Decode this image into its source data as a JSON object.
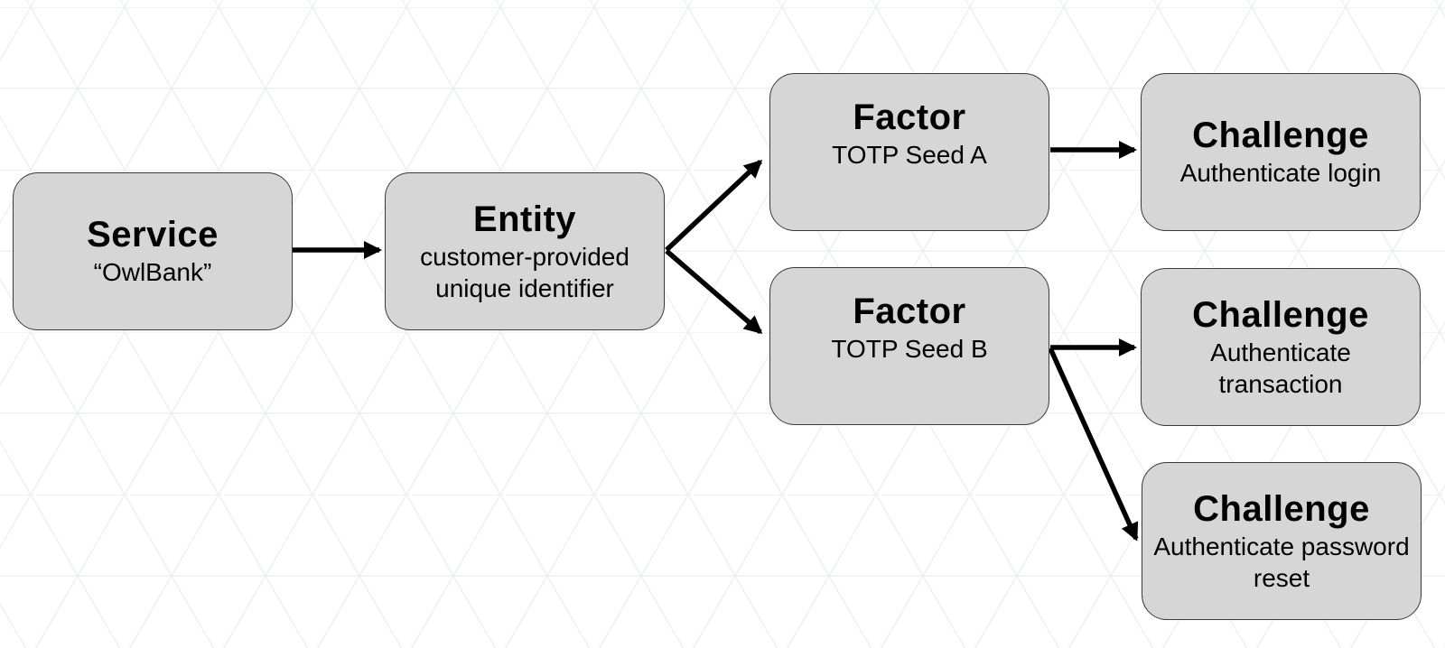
{
  "diagram": {
    "background_color": "#ffffff",
    "grid_color": "#edf0f1",
    "node_fill": "#d6d6d6",
    "node_border_color": "#3a3a3a",
    "edge_color": "#000000",
    "nodes": [
      {
        "id": "service",
        "title": "Service",
        "subtitle": "“OwlBank”"
      },
      {
        "id": "entity",
        "title": "Entity",
        "subtitle": "customer-provided unique identifier"
      },
      {
        "id": "factor-a",
        "title": "Factor",
        "subtitle": "TOTP Seed A"
      },
      {
        "id": "challenge-login",
        "title": "Challenge",
        "subtitle": "Authenticate login"
      },
      {
        "id": "factor-b",
        "title": "Factor",
        "subtitle": "TOTP Seed B"
      },
      {
        "id": "challenge-transaction",
        "title": "Challenge",
        "subtitle": "Authenticate transaction"
      },
      {
        "id": "challenge-password-reset",
        "title": "Challenge",
        "subtitle": "Authenticate password reset"
      }
    ],
    "edges": [
      {
        "from": "service",
        "to": "entity"
      },
      {
        "from": "entity",
        "to": "factor-a"
      },
      {
        "from": "entity",
        "to": "factor-b"
      },
      {
        "from": "factor-a",
        "to": "challenge-login"
      },
      {
        "from": "factor-b",
        "to": "challenge-transaction"
      },
      {
        "from": "factor-b",
        "to": "challenge-password-reset"
      }
    ]
  }
}
